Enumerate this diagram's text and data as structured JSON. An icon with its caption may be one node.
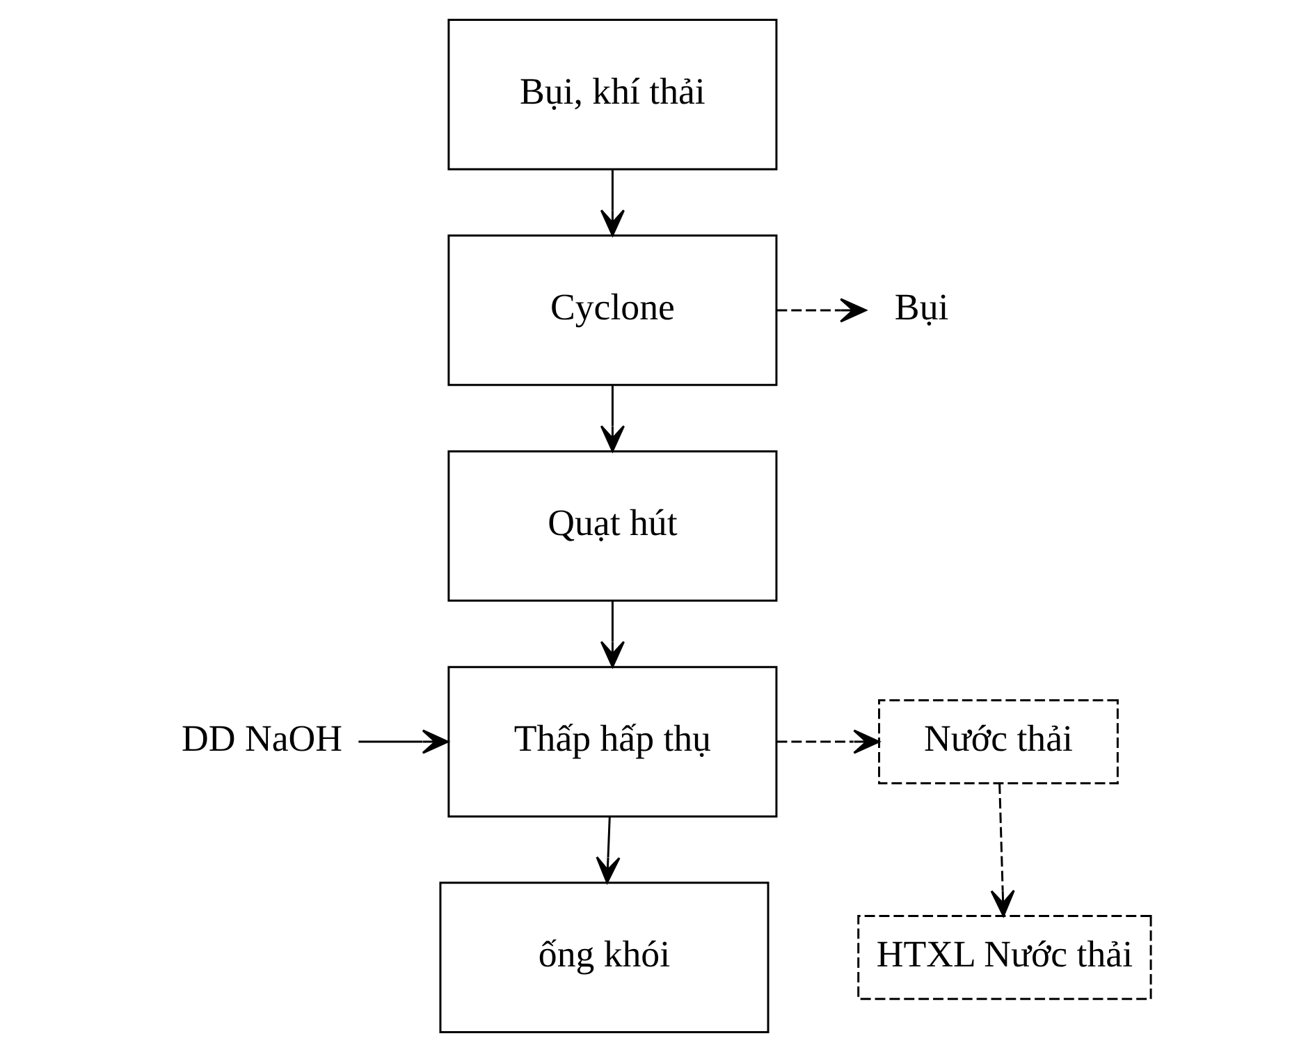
{
  "diagram": {
    "nodes": [
      {
        "text": [
          "Bụi, khí thải"
        ]
      },
      {
        "text": [
          "Cyclone"
        ]
      },
      {
        "text": [
          "Bụi"
        ]
      },
      {
        "text": [
          "Quạt hút"
        ]
      },
      {
        "text": [
          "DD NaOH"
        ]
      },
      {
        "text": [
          "Thấp hấp thụ"
        ]
      },
      {
        "text": [
          "Nước thải"
        ]
      },
      {
        "text": [
          "ống khói"
        ]
      },
      {
        "text": [
          "HTXL Nước thải"
        ]
      }
    ],
    "edges": [
      {
        "from": 0,
        "to": 1,
        "arrow": "to"
      },
      {
        "from": 1,
        "to": 2,
        "arrow": "to",
        "style": "dashed"
      },
      {
        "from": 1,
        "to": 3,
        "arrow": "to"
      },
      {
        "from": 3,
        "to": 5,
        "arrow": "to"
      },
      {
        "from": 4,
        "to": 5,
        "arrow": "to"
      },
      {
        "from": 5,
        "to": 6,
        "arrow": "to",
        "style": "dashed"
      },
      {
        "from": 6,
        "to": 8,
        "arrow": "to",
        "style": "dashed"
      },
      {
        "from": 5,
        "to": 7,
        "arrow": "to"
      }
    ]
  }
}
